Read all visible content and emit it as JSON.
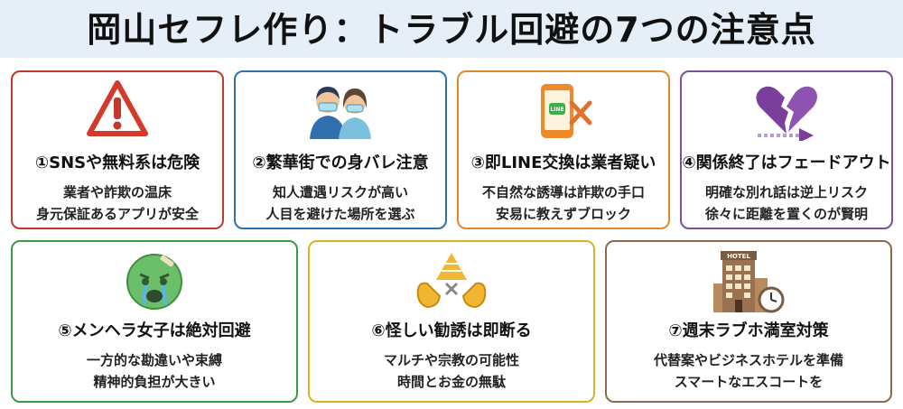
{
  "title": "岡山セフレ作り：トラブル回避の7つの注意点",
  "cards": [
    {
      "title": "①SNSや無料系は危険",
      "lines": [
        "業者や詐欺の温床",
        "身元保証あるアプリが安全"
      ],
      "border": "#c0392b",
      "icon": "warning-icon"
    },
    {
      "title": "②繁華街での身バレ注意",
      "lines": [
        "知人遭遇リスクが高い",
        "人目を避けた場所を選ぶ"
      ],
      "border": "#2f6fae",
      "icon": "masked-couple-icon"
    },
    {
      "title": "③即LINE交換は業者疑い",
      "lines": [
        "不自然な誘導は詐欺の手口",
        "安易に教えずブロック"
      ],
      "border": "#e08a2e",
      "icon": "phone-line-crossed-icon",
      "badge": "LINE"
    },
    {
      "title": "④関係終了はフェードアウト",
      "lines": [
        "明確な別れ話は逆上リスク",
        "徐々に距離を置くのが賢明"
      ],
      "border": "#7d4fa0",
      "icon": "broken-heart-icon"
    },
    {
      "title": "⑤メンヘラ女子は絶対回避",
      "lines": [
        "一方的な勘違いや束縛",
        "精神的負担が大きい"
      ],
      "border": "#3a9a4a",
      "icon": "crying-face-icon"
    },
    {
      "title": "⑥怪しい勧誘は即断る",
      "lines": [
        "マルチや宗教の可能性",
        "時間とお金の無駄"
      ],
      "border": "#e0b020",
      "icon": "pyramid-refuse-icon"
    },
    {
      "title": "⑦週末ラブホ満室対策",
      "lines": [
        "代替案やビジネスホテルを準備",
        "スマートなエスコートを"
      ],
      "border": "#8a6a4a",
      "icon": "hotel-clock-icon",
      "badge": "HOTEL"
    }
  ]
}
